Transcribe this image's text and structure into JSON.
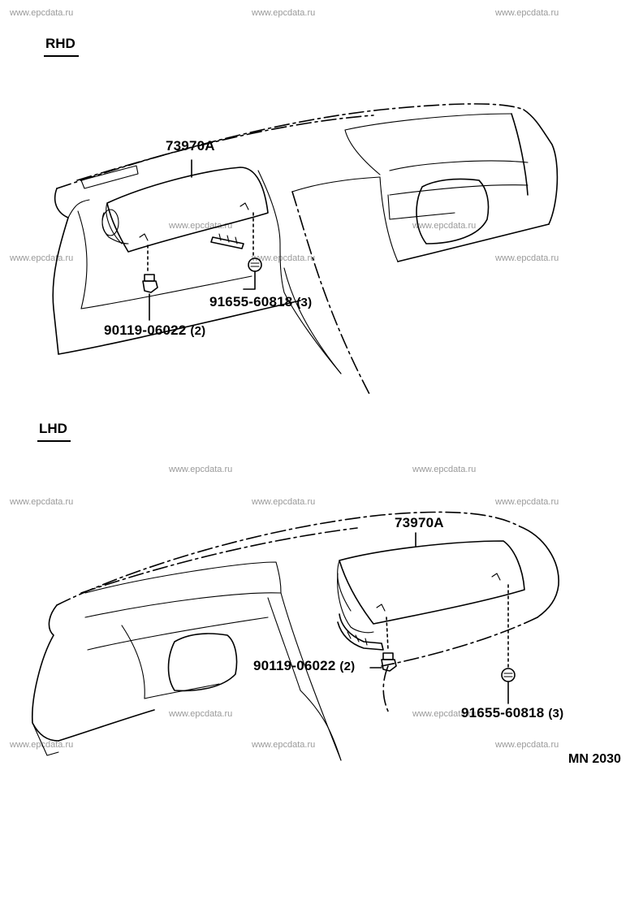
{
  "watermarks": [
    "www.epcdata.ru",
    "www.epcdata.ru",
    "www.epcdata.ru",
    "www.epcdata.ru",
    "www.epcdata.ru",
    "www.epcdata.ru",
    "www.epcdata.ru",
    "www.epcdata.ru",
    "www.epcdata.ru",
    "www.epcdata.ru",
    "www.epcdata.ru",
    "www.epcdata.ru",
    "www.epcdata.ru",
    "www.epcdata.ru",
    "www.epcdata.ru",
    "www.epcdata.ru",
    "www.epcdata.ru",
    "www.epcdata.ru"
  ],
  "rhd": {
    "label": "RHD",
    "airbag": {
      "number": "73970A"
    },
    "bolt": {
      "number": "90119-06022",
      "qty": "(2)"
    },
    "nut": {
      "number": "91655-60818",
      "qty": "(3)"
    }
  },
  "lhd": {
    "label": "LHD",
    "airbag": {
      "number": "73970A"
    },
    "bolt": {
      "number": "90119-06022",
      "qty": "(2)"
    },
    "nut": {
      "number": "91655-60818",
      "qty": "(3)"
    }
  },
  "diagram_code": "MN 2030"
}
